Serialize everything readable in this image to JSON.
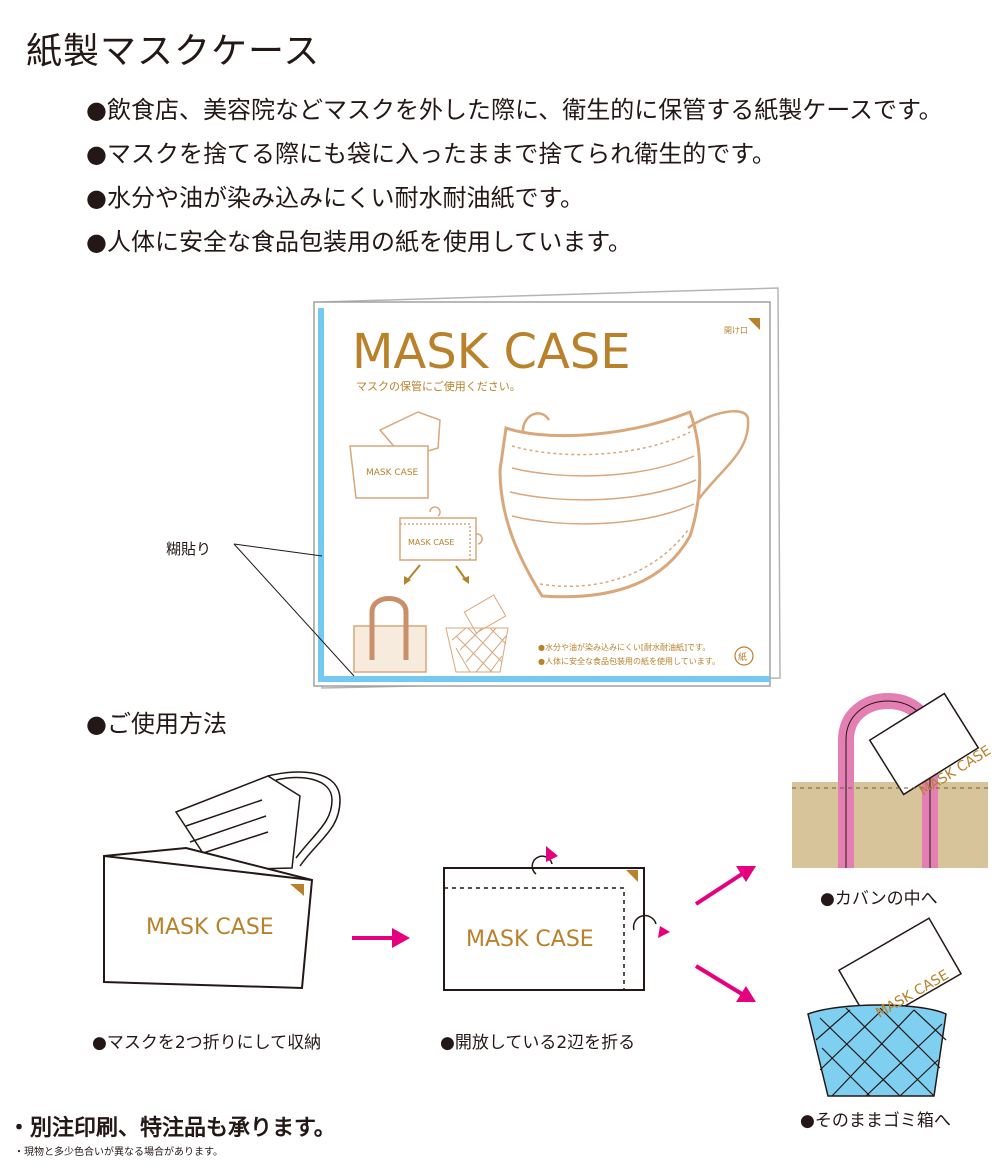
{
  "title": "紙製マスクケース",
  "bullets": [
    "●飲食店、美容院などマスクを外した際に、衛生的に保管する紙製ケースです。",
    "●マスクを捨てる際にも袋に入ったままで捨てられ衛生的です。",
    "●水分や油が染み込みにくい耐水耐油紙です。",
    "●人体に安全な食品包装用の紙を使用しています。"
  ],
  "package": {
    "brand": "MASK CASE",
    "subtitle": "マスクの保管にご使用ください。",
    "open_label": "開け口",
    "mini_case_label": "MASK CASE",
    "note1": "●水分や油が染み込みにくい[耐水耐油紙]です。",
    "note2": "●人体に安全な食品包装用の紙を使用しています。",
    "recycle_mark": "紙",
    "glue_label": "糊貼り"
  },
  "usage": {
    "heading": "●ご使用方法",
    "steps": [
      {
        "label": "MASK CASE",
        "caption": "●マスクを2つ折りにして収納"
      },
      {
        "label": "MASK CASE",
        "caption": "●開放している2辺を折る"
      }
    ],
    "results": [
      {
        "label": "MASK CASE",
        "caption": "●カバンの中へ"
      },
      {
        "label": "MASK CASE",
        "caption": "●そのままゴミ箱へ"
      }
    ]
  },
  "footer": {
    "main": "・別注印刷、特注品も承ります。",
    "note": "・現物と多少色合いが異なる場合があります。"
  },
  "colors": {
    "brand_gold": "#b8812a",
    "arrow_pink": "#e4007f",
    "bag_tan": "#d7c49a",
    "bag_handle": "#e47fb3",
    "bin_blue": "#7fd0f0",
    "glue_blue": "#74c9f0",
    "mask_line": "#d9a77a"
  }
}
